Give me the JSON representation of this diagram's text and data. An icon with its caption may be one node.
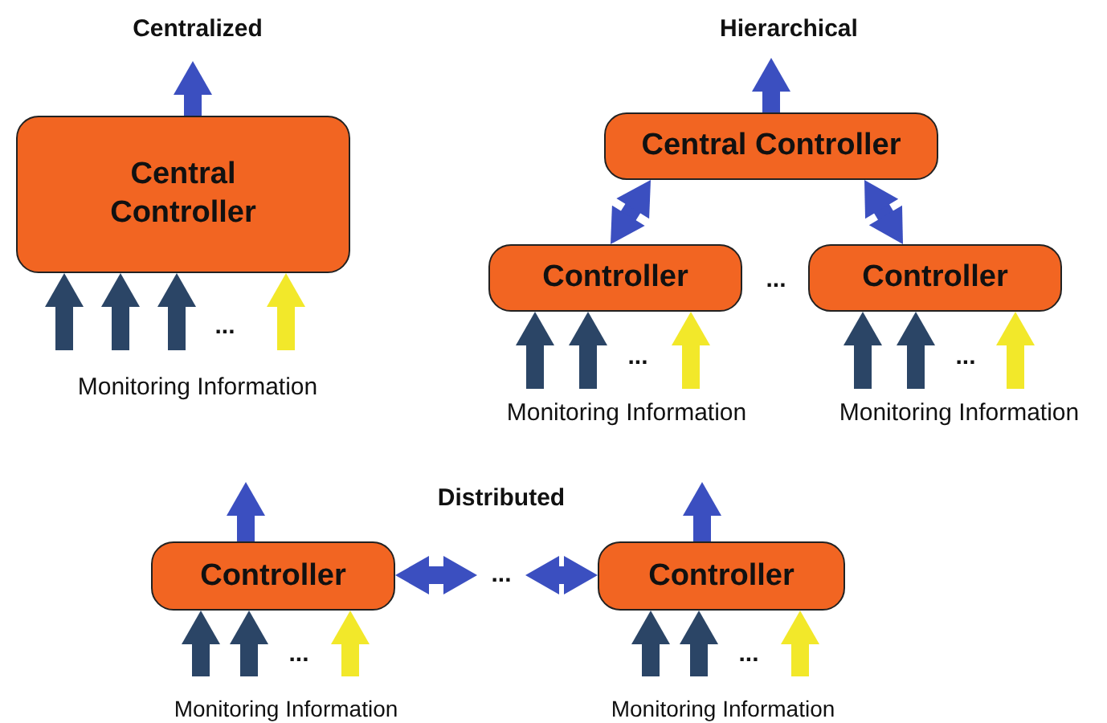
{
  "diagram": {
    "nodes": [
      {
        "text": [
          "Central Controller"
        ]
      },
      {
        "text": [
          "Central Controller"
        ]
      },
      {
        "text": [
          "Controller"
        ]
      },
      {
        "text": [
          "Controller"
        ]
      },
      {
        "text": [
          "Controller"
        ]
      },
      {
        "text": [
          "..."
        ]
      },
      {
        "text": [
          "Controller"
        ]
      }
    ],
    "edges": [
      {
        "from": 0,
        "to": null,
        "arrow": "to",
        "color": "#3b4fc0"
      },
      {
        "from": null,
        "to": 0,
        "arrow": "to"
      },
      {
        "from": null,
        "to": 0,
        "arrow": "to"
      },
      {
        "from": null,
        "to": 0,
        "arrow": "to"
      },
      {
        "from": null,
        "to": 0,
        "arrow": "to",
        "color": "#f2e82a"
      },
      {
        "from": 1,
        "to": null,
        "arrow": "to",
        "color": "#3b4fc0"
      },
      {
        "from": 1,
        "to": 2,
        "arrow": "both",
        "color": "#3b4fc0"
      },
      {
        "from": 1,
        "to": 3,
        "arrow": "both",
        "color": "#3b4fc0"
      },
      {
        "from": null,
        "to": 2,
        "arrow": "to"
      },
      {
        "from": null,
        "to": 2,
        "arrow": "to"
      },
      {
        "from": null,
        "to": 2,
        "arrow": "to",
        "color": "#f2e82a"
      },
      {
        "from": null,
        "to": 3,
        "arrow": "to"
      },
      {
        "from": null,
        "to": 3,
        "arrow": "to"
      },
      {
        "from": null,
        "to": 3,
        "arrow": "to",
        "color": "#f2e82a"
      },
      {
        "from": 4,
        "to": null,
        "arrow": "to",
        "color": "#3b4fc0"
      },
      {
        "from": 6,
        "to": null,
        "arrow": "to",
        "color": "#3b4fc0"
      },
      {
        "from": 4,
        "to": 5,
        "arrow": "both",
        "color": "#3b4fc0"
      },
      {
        "from": 5,
        "to": 6,
        "arrow": "both",
        "color": "#3b4fc0"
      },
      {
        "from": null,
        "to": 4,
        "arrow": "to"
      },
      {
        "from": null,
        "to": 4,
        "arrow": "to"
      },
      {
        "from": null,
        "to": 4,
        "arrow": "to",
        "color": "#f2e82a"
      },
      {
        "from": null,
        "to": 6,
        "arrow": "to"
      },
      {
        "from": null,
        "to": 6,
        "arrow": "to"
      },
      {
        "from": null,
        "to": 6,
        "arrow": "to",
        "color": "#f2e82a"
      }
    ],
    "labels": [
      "Centralized",
      "Hierarchical",
      "...",
      "Monitoring Information",
      "...",
      "...",
      "...",
      "Monitoring Information",
      "Monitoring Information",
      "Distributed",
      "...",
      "...",
      "Monitoring Information",
      "Monitoring Information"
    ]
  }
}
